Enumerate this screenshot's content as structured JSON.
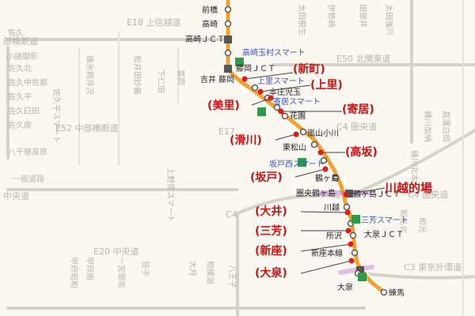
{
  "route_labels": {
    "e18": "E18 上信越道",
    "e17": "E17",
    "e52": "E52 中部横断道",
    "e20": "E20 中央道",
    "c4_center": "C4 圏央道",
    "c4_left": "C4",
    "c4_right": "C4 圏央道",
    "c3": "C3 東京外環道",
    "e50": "E50 北関東道",
    "chuo_left": "中央道",
    "bubun_left": "部横断道"
  },
  "interchanges": {
    "maebashi": "前橋",
    "takasaki": "高崎",
    "takasaki_jct": "高崎ＪＣＴ",
    "takasaki_tamamura": "高崎玉村スマート",
    "fujioka_jct": "藤岡ＪＣＴ",
    "fujioka": "藤岡",
    "yoshii": "吉井",
    "kamisato_smart": "上里スマート",
    "honjo_kodama": "本庄児玉",
    "yorii_smart": "寄居スマート",
    "hanazono": "花園",
    "ranzan_ogawa": "嵐山小川",
    "higashi_matsuyama": "東松山",
    "sakado_nishi_smart": "坂戸西スマート",
    "tsurugashima": "鶴ヶ島",
    "kenodo_tsurugashima": "圏央鶴ヶ島",
    "tsurugashima_jct": "鶴ヶ島ＪＣＴ",
    "kawagoe": "川越",
    "miyoshi_smart": "三芳スマート",
    "tokorozawa": "所沢",
    "niiza_tollgate": "新座本線",
    "oizumi": "大泉",
    "nerima": "練馬",
    "oizumi_jct": "大泉ＪＣＴ"
  },
  "callouts": {
    "shinmachi": "(新町)",
    "kamisato": "(上里)",
    "misato": "(美里)",
    "yorii": "(寄居)",
    "namegawa": "(滑川)",
    "takasaka": "(高坂)",
    "sakado": "(坂戸)",
    "kawagoe_matoba": "川越的場",
    "oi": "(大井)",
    "miyoshi": "(三芳)",
    "niiza": "(新座)",
    "oizumi": "(大泉)"
  },
  "background_places": {
    "left_column": [
      "佐久",
      "佐久北",
      "佐久中佐都",
      "佐久平",
      "佐久臼田",
      "佐久南",
      "八千穂高原"
    ],
    "saku_sa": "佐久平スマート",
    "left_misc": [
      "小諸御影",
      "碓氷軽井沢",
      "松井田妙義",
      "下仁田",
      "富岡",
      "一般道路"
    ],
    "upper_right": [
      "伊勢崎",
      "田部井",
      "太田桐生",
      "太田強戸"
    ],
    "right_col": [
      "桶川加納",
      "菖蒲白岡",
      "桶川北本",
      "和光北",
      "和光"
    ],
    "south": [
      "甲府昭和",
      "甲府南",
      "笹子",
      "一宮御坂",
      "大月",
      "相模湖",
      "八王子",
      "上野原スマート"
    ]
  },
  "colors": {
    "kanetsu_route": "#f3a12b",
    "callout_text": "#cc1212",
    "callout_dot": "#e11b1b",
    "smart_ic_text": "#3a55c4",
    "highlight": "#c27bd6"
  }
}
